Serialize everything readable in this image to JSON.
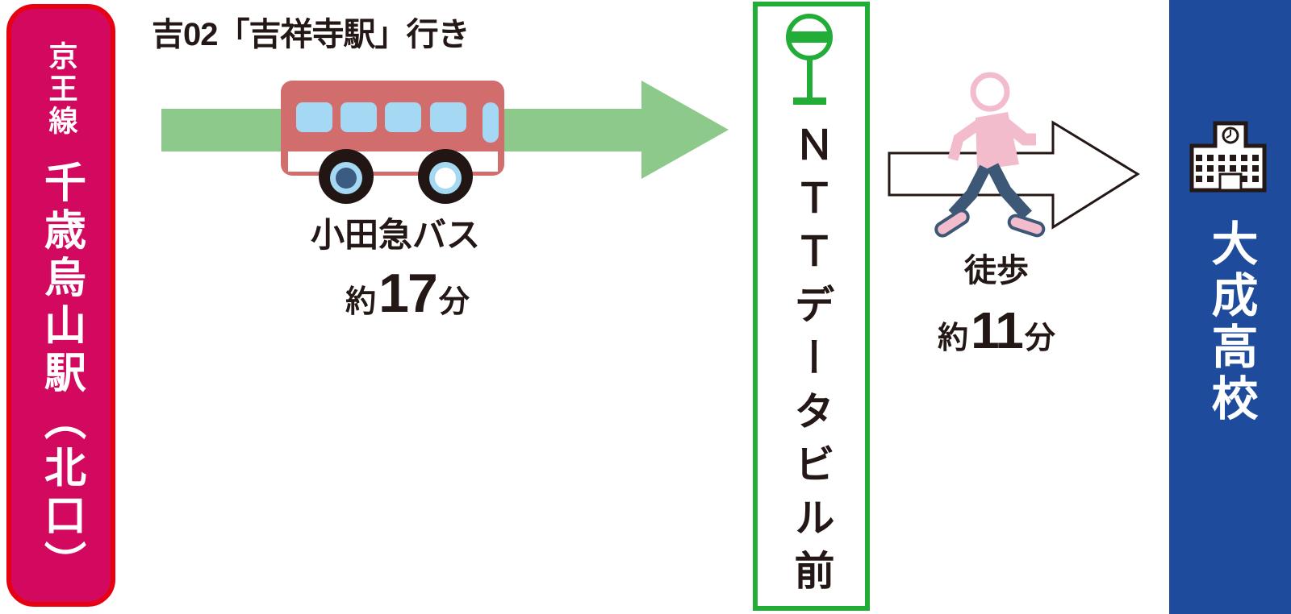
{
  "origin": {
    "line": "京王線",
    "station": "千歳烏山駅（北口）"
  },
  "bus_leg": {
    "route_label": "吉02「吉祥寺駅」行き",
    "operator": "小田急バス",
    "duration_prefix": "約",
    "duration_value": "17",
    "duration_suffix": "分"
  },
  "bus_stop": {
    "name": "ＮＴＴデータビル前"
  },
  "walk_leg": {
    "mode": "徒歩",
    "duration_prefix": "約",
    "duration_value": "11",
    "duration_suffix": "分"
  },
  "destination": {
    "name": "大成高校"
  },
  "icons": {
    "bus": "bus-icon",
    "bus_stop_sign": "bus-stop-icon",
    "pedestrian": "walking-person-icon",
    "school": "school-building-icon",
    "bus_arrow": "bus-route-arrow-icon",
    "walk_arrow": "walk-route-arrow-icon"
  },
  "colors": {
    "origin_box_fill": "#d3095f",
    "origin_box_border": "#e60012",
    "bus_route_arrow_green": "#8cc98a",
    "bus_stop_green": "#22ac38",
    "destination_blue": "#1e4b9c",
    "bus_body_red": "#d26d6d",
    "window_light_blue": "#a5d8f2",
    "person_pink": "#f2bccd",
    "person_navy": "#3d5876",
    "text_black": "#231815"
  }
}
